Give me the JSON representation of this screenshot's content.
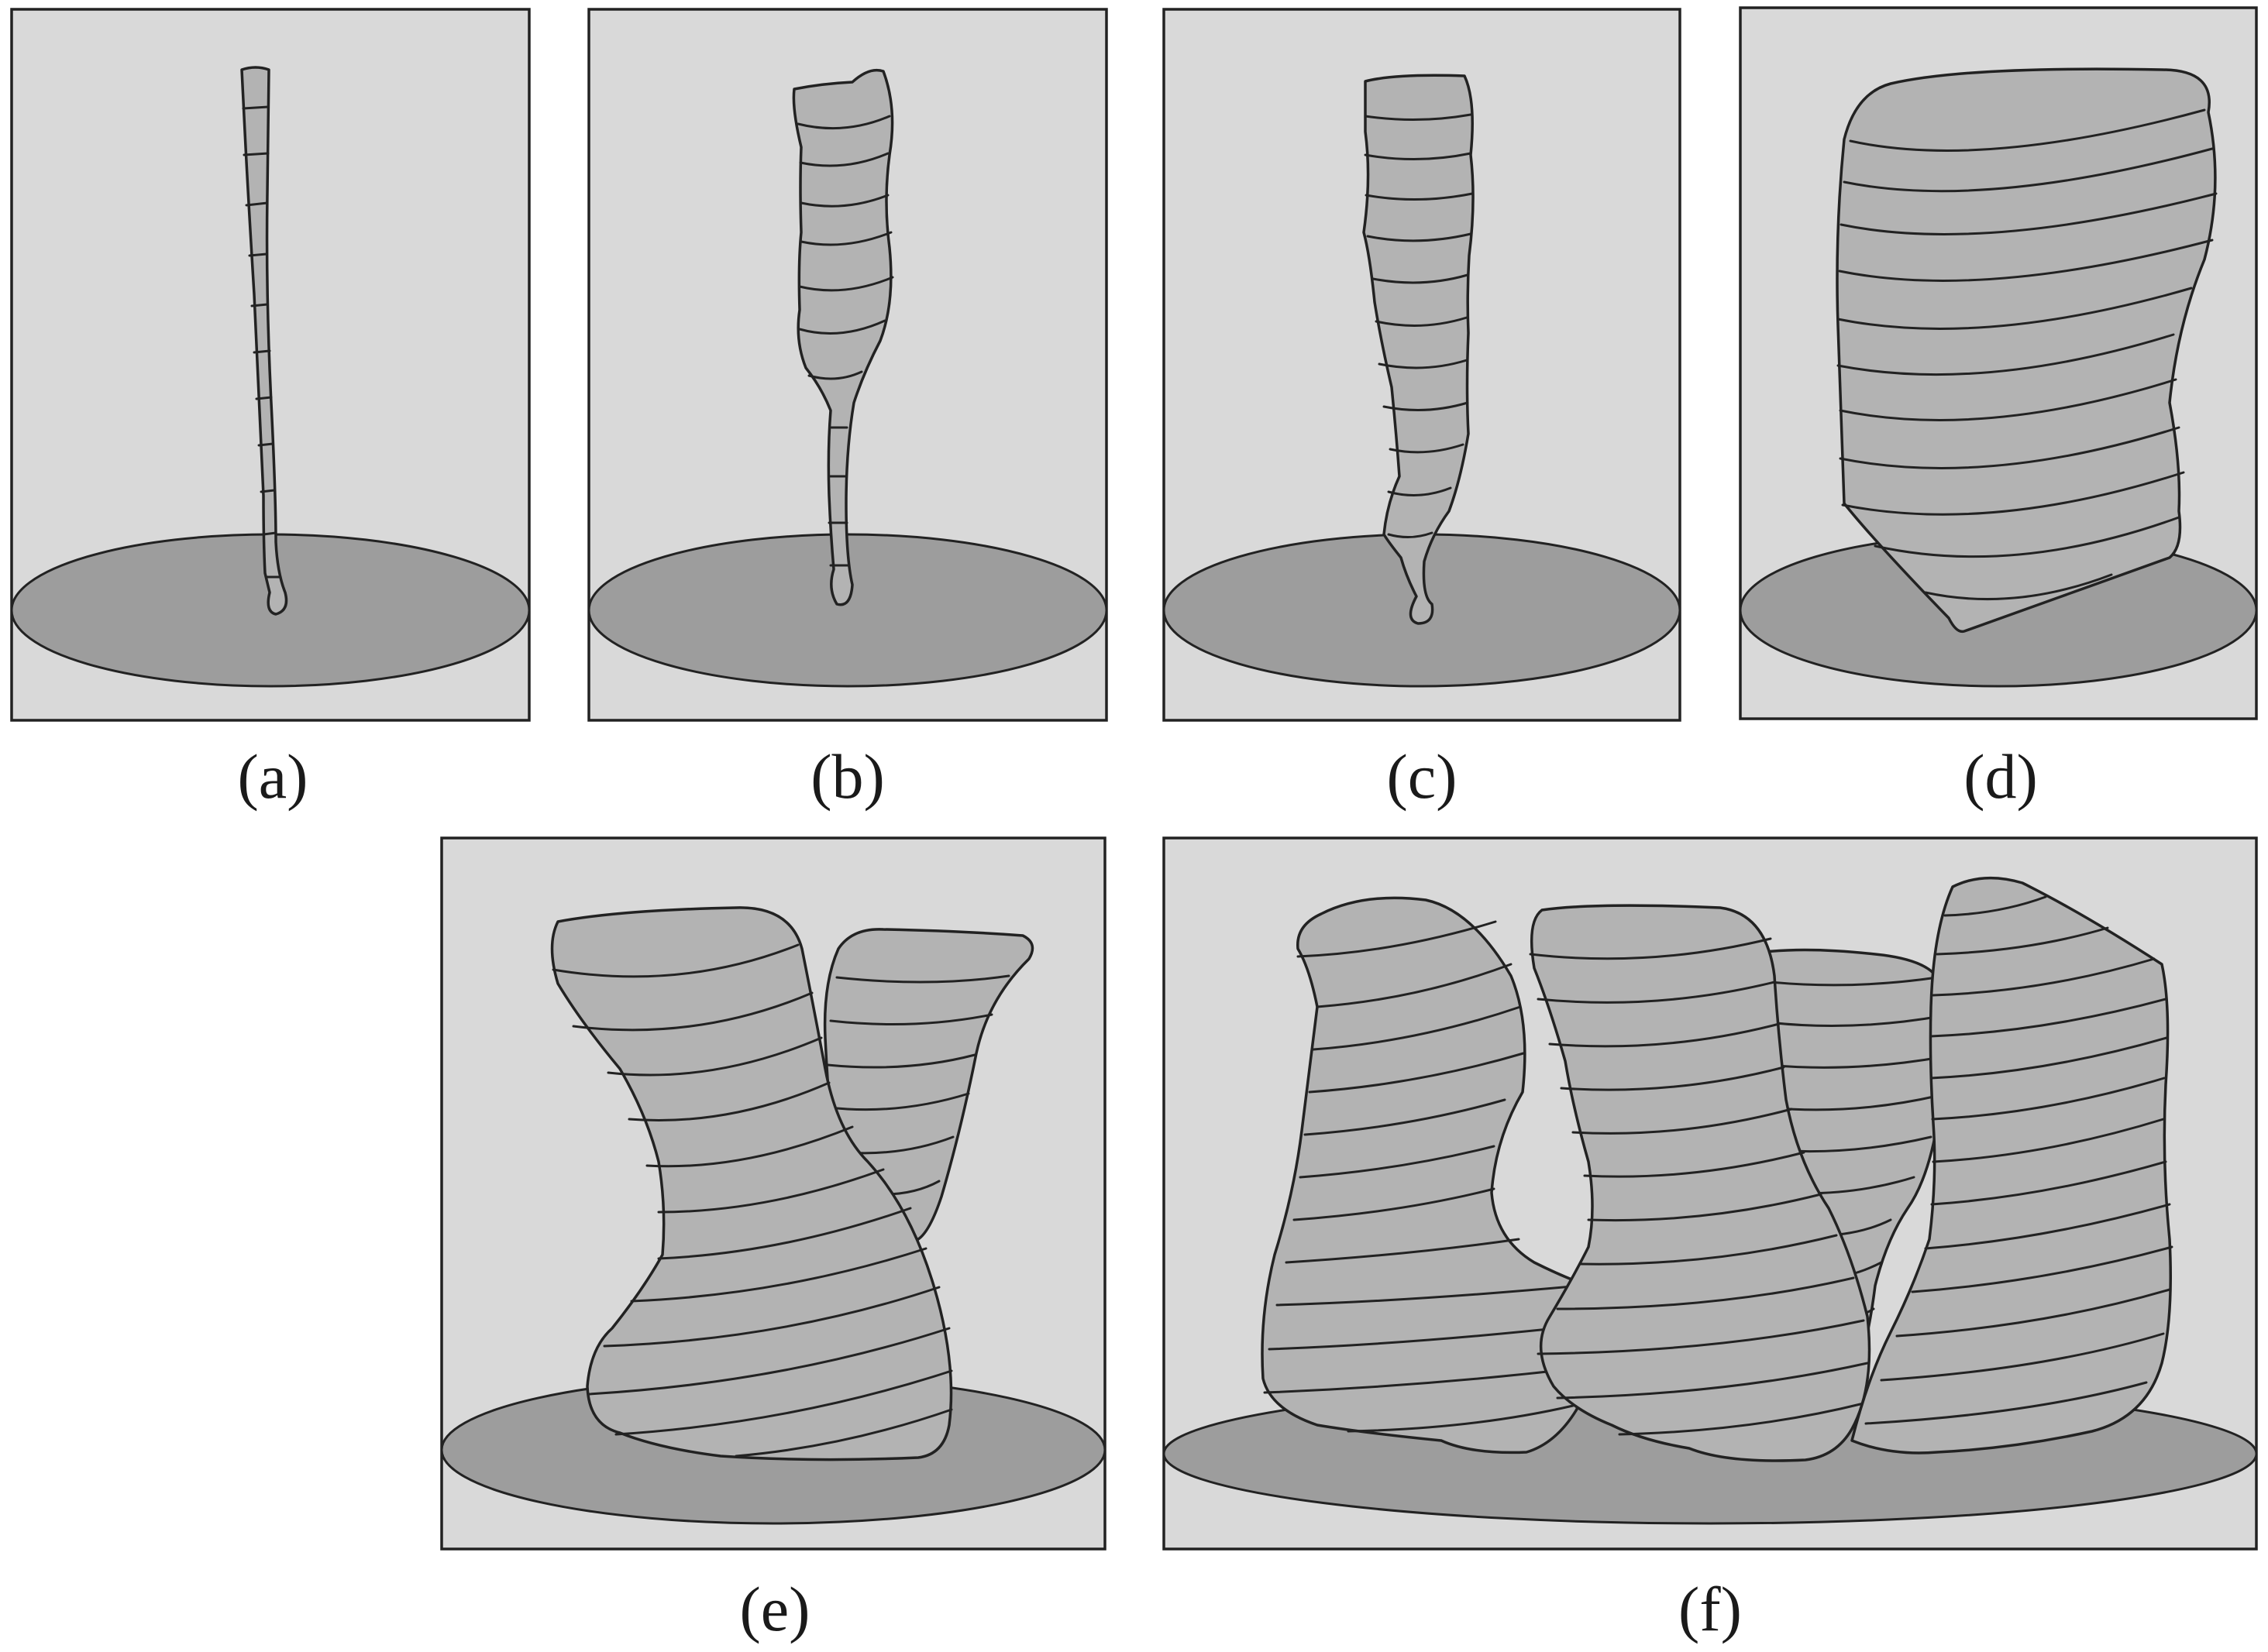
{
  "panels": [
    {
      "id": "a",
      "caption": "(a)"
    },
    {
      "id": "b",
      "caption": "(b)"
    },
    {
      "id": "c",
      "caption": "(c)"
    },
    {
      "id": "d",
      "caption": "(d)"
    },
    {
      "id": "e",
      "caption": "(e)"
    },
    {
      "id": "f",
      "caption": "(f)"
    }
  ],
  "colors": {
    "background": "#d9d9d9",
    "disc": "#9d9d9d",
    "body": "#b3b3b3",
    "outline": "#222222"
  }
}
